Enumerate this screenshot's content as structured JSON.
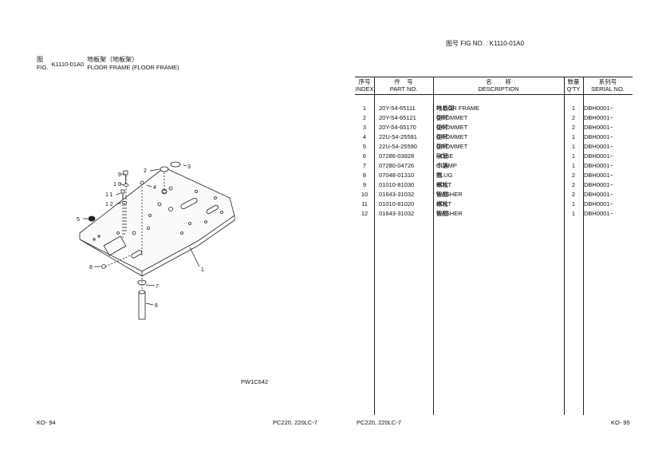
{
  "header": {
    "fig_no_top": "图号   FIG NO.  :  K1110-01A0",
    "fig_cn": "图",
    "fig_en": "FIG.",
    "fig_code": "K1110-01A0",
    "title_cn": "地板架（地板架）",
    "title_en": "FLOOR FRAME (FLOOR FRAME)"
  },
  "diagram": {
    "callouts": [
      "1",
      "2",
      "3",
      "4",
      "5",
      "6",
      "7",
      "8",
      "9",
      "10",
      "11",
      "12"
    ],
    "drawing_code": "PW1C642"
  },
  "table": {
    "headers": {
      "index_cn": "序号",
      "index_en": "INDEX",
      "part_cn": "件    号",
      "part_en": "PART NO.",
      "desc_cn": "名        称",
      "desc_en": "DESCRIPTION",
      "qty_cn": "数量",
      "qty_en": "Q'TY",
      "serial_cn": "系列号",
      "serial_en": "SERIAL NO."
    },
    "rows": [
      {
        "index": "1",
        "part": "20Y-54-65111",
        "desc_cn": "地板架",
        "desc_en": "FLOOR FRAME",
        "qty": "1",
        "serial": "DBH0001~"
      },
      {
        "index": "2",
        "part": "20Y-54-65121",
        "desc_cn": "垫环",
        "desc_en": "GROMMET",
        "qty": "2",
        "serial": "DBH0001~"
      },
      {
        "index": "3",
        "part": "20Y-54-65170",
        "desc_cn": "垫环",
        "desc_en": "GROMMET",
        "qty": "2",
        "serial": "DBH0001~"
      },
      {
        "index": "4",
        "part": "22U-54-25581",
        "desc_cn": "垫环",
        "desc_en": "GROMMET",
        "qty": "1",
        "serial": "DBH0001~"
      },
      {
        "index": "5",
        "part": "22U-54-25590",
        "desc_cn": "垫环",
        "desc_en": "GROMMET",
        "qty": "1",
        "serial": "DBH0001~"
      },
      {
        "index": "6",
        "part": "07286-03828",
        "desc_cn": "软管",
        "desc_en": "HOSE",
        "qty": "1",
        "serial": "DBH0001~"
      },
      {
        "index": "7",
        "part": "07280-04726",
        "desc_cn": "卡箍",
        "desc_en": "CLAMP",
        "qty": "1",
        "serial": "DBH0001~"
      },
      {
        "index": "8",
        "part": "07048-01310",
        "desc_cn": "塞",
        "desc_en": "PLUG",
        "qty": "2",
        "serial": "DBH0001~"
      },
      {
        "index": "9",
        "part": "01010-81030",
        "desc_cn": "螺栓",
        "desc_en": "BOLT",
        "qty": "2",
        "serial": "DBH0001~"
      },
      {
        "index": "10",
        "part": "01643-31032",
        "desc_cn": "垫圈",
        "desc_en": "WASHER",
        "qty": "2",
        "serial": "DBH0001~"
      },
      {
        "index": "11",
        "part": "01010-81020",
        "desc_cn": "螺栓",
        "desc_en": "BOLT",
        "qty": "1",
        "serial": "DBH0001~"
      },
      {
        "index": "12",
        "part": "01643-31032",
        "desc_cn": "垫圈",
        "desc_en": "WASHER",
        "qty": "1",
        "serial": "DBH0001~"
      }
    ]
  },
  "footer": {
    "page_left": "KO- 94",
    "model_left": "PC220, 220LC-7",
    "model_right": "PC220, 220LC-7",
    "page_right": "KO- 95"
  }
}
